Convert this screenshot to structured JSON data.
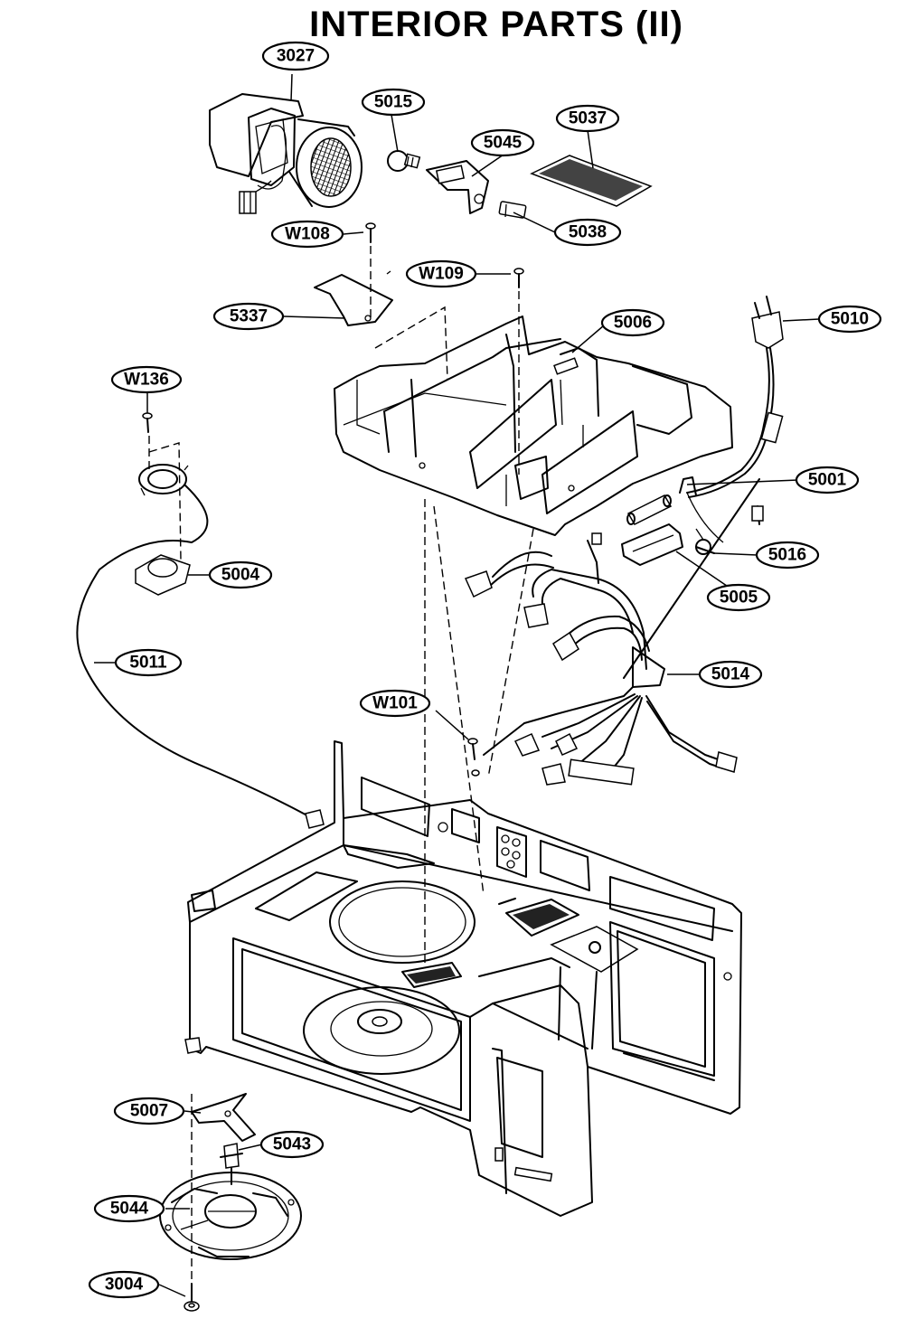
{
  "title": "INTERIOR PARTS (II)",
  "labels": {
    "p3027": "3027",
    "p5015": "5015",
    "p5045": "5045",
    "p5037": "5037",
    "p5038": "5038",
    "w108": "W108",
    "w109": "W109",
    "p5337": "5337",
    "p5006": "5006",
    "p5010": "5010",
    "w136": "W136",
    "p5001": "5001",
    "p5016": "5016",
    "p5004": "5004",
    "p5005": "5005",
    "p5011": "5011",
    "p5014": "5014",
    "w101": "W101",
    "p5007": "5007",
    "p5043": "5043",
    "p5044": "5044",
    "p3004": "3004"
  }
}
